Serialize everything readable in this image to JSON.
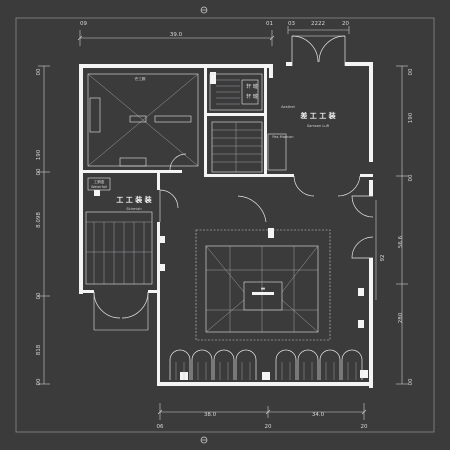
{
  "top_dims": {
    "left_end": "09",
    "middle": "39.0",
    "right_end": "01",
    "door_left": "03",
    "door_middle": "2222",
    "door_right": "20"
  },
  "bottom_dims": {
    "left_end": "06",
    "left_middle": "38.0",
    "center": "20",
    "right_middle": "34.0",
    "right_end": "20"
  },
  "left_dims": [
    "00",
    "190",
    "00",
    "8.098",
    "00",
    "818",
    "00"
  ],
  "right_dims": [
    "00",
    "190",
    "00",
    "56.6",
    "92",
    "280",
    "00"
  ],
  "rooms": {
    "top_left_title": "壱工鋼 ",
    "top_right_title": "差 工 工 装",
    "top_right_sub": "Samsen LuR",
    "top_right_side_sub": "Pas Maecon",
    "tiny_box": "Aesthet",
    "stair_small_1": "轩 瓏",
    "stair_small_2": "轩 瓏",
    "left_mid_badge": "工鋼盒",
    "left_mid_badge_sub": "Waterfall",
    "left_mid_title": "工 工 装 装",
    "left_mid_sub": "Skirmish",
    "bar_label": "▬"
  },
  "colors": {
    "background": "#3b3b3c",
    "wall": "#f4f4f4",
    "line": "#d8d8d8"
  }
}
